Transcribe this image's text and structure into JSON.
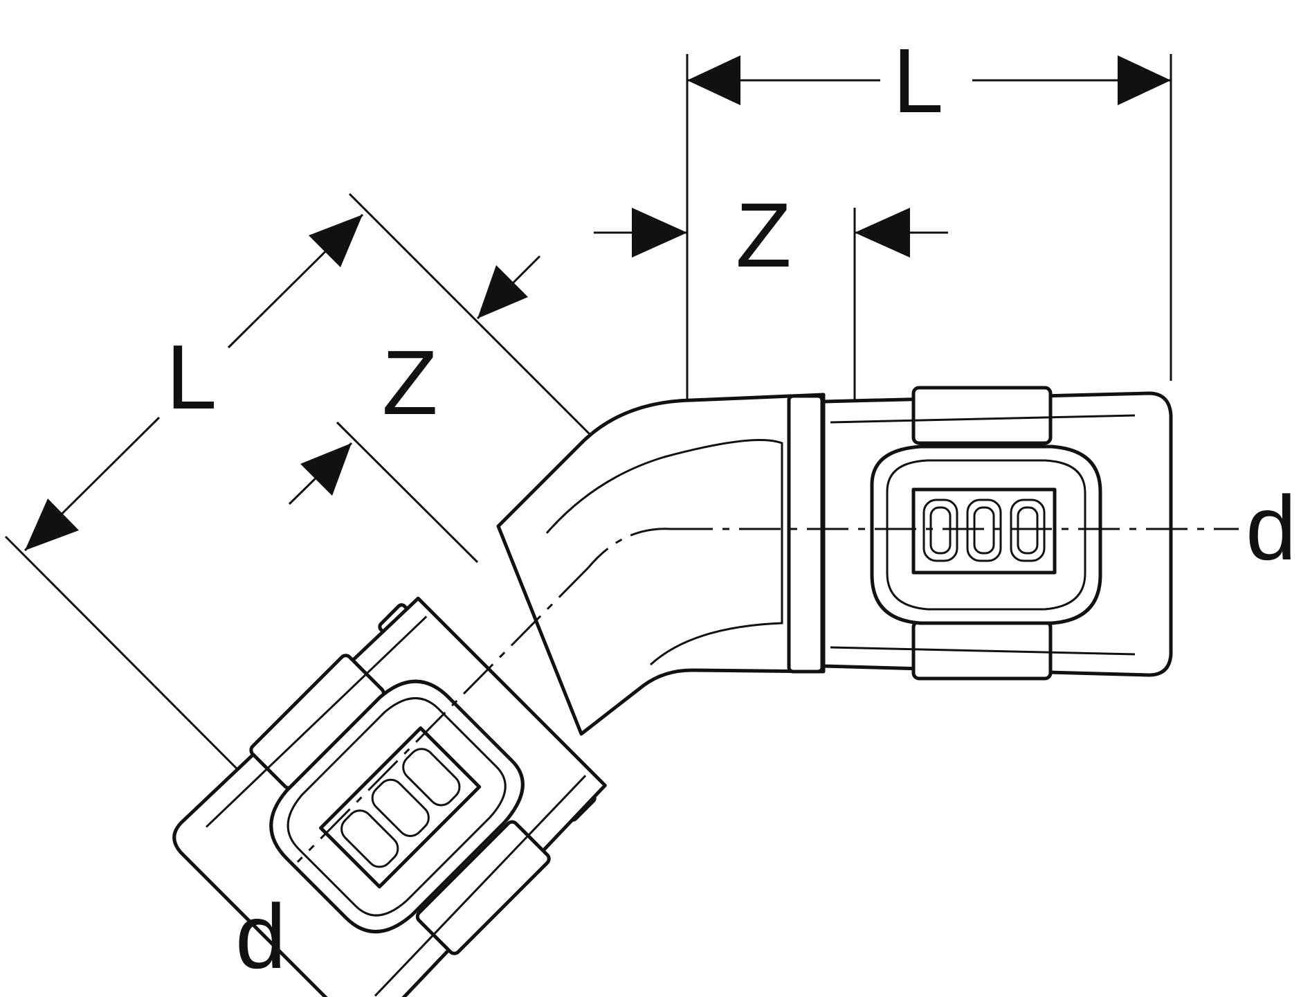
{
  "drawing": {
    "labels": {
      "length_top": "L",
      "insertion_top": "Z",
      "diameter_right": "d",
      "length_left": "L",
      "insertion_left": "Z",
      "diameter_bottom": "d"
    },
    "colors": {
      "ink": "#111111",
      "background": "#ffffff"
    }
  }
}
